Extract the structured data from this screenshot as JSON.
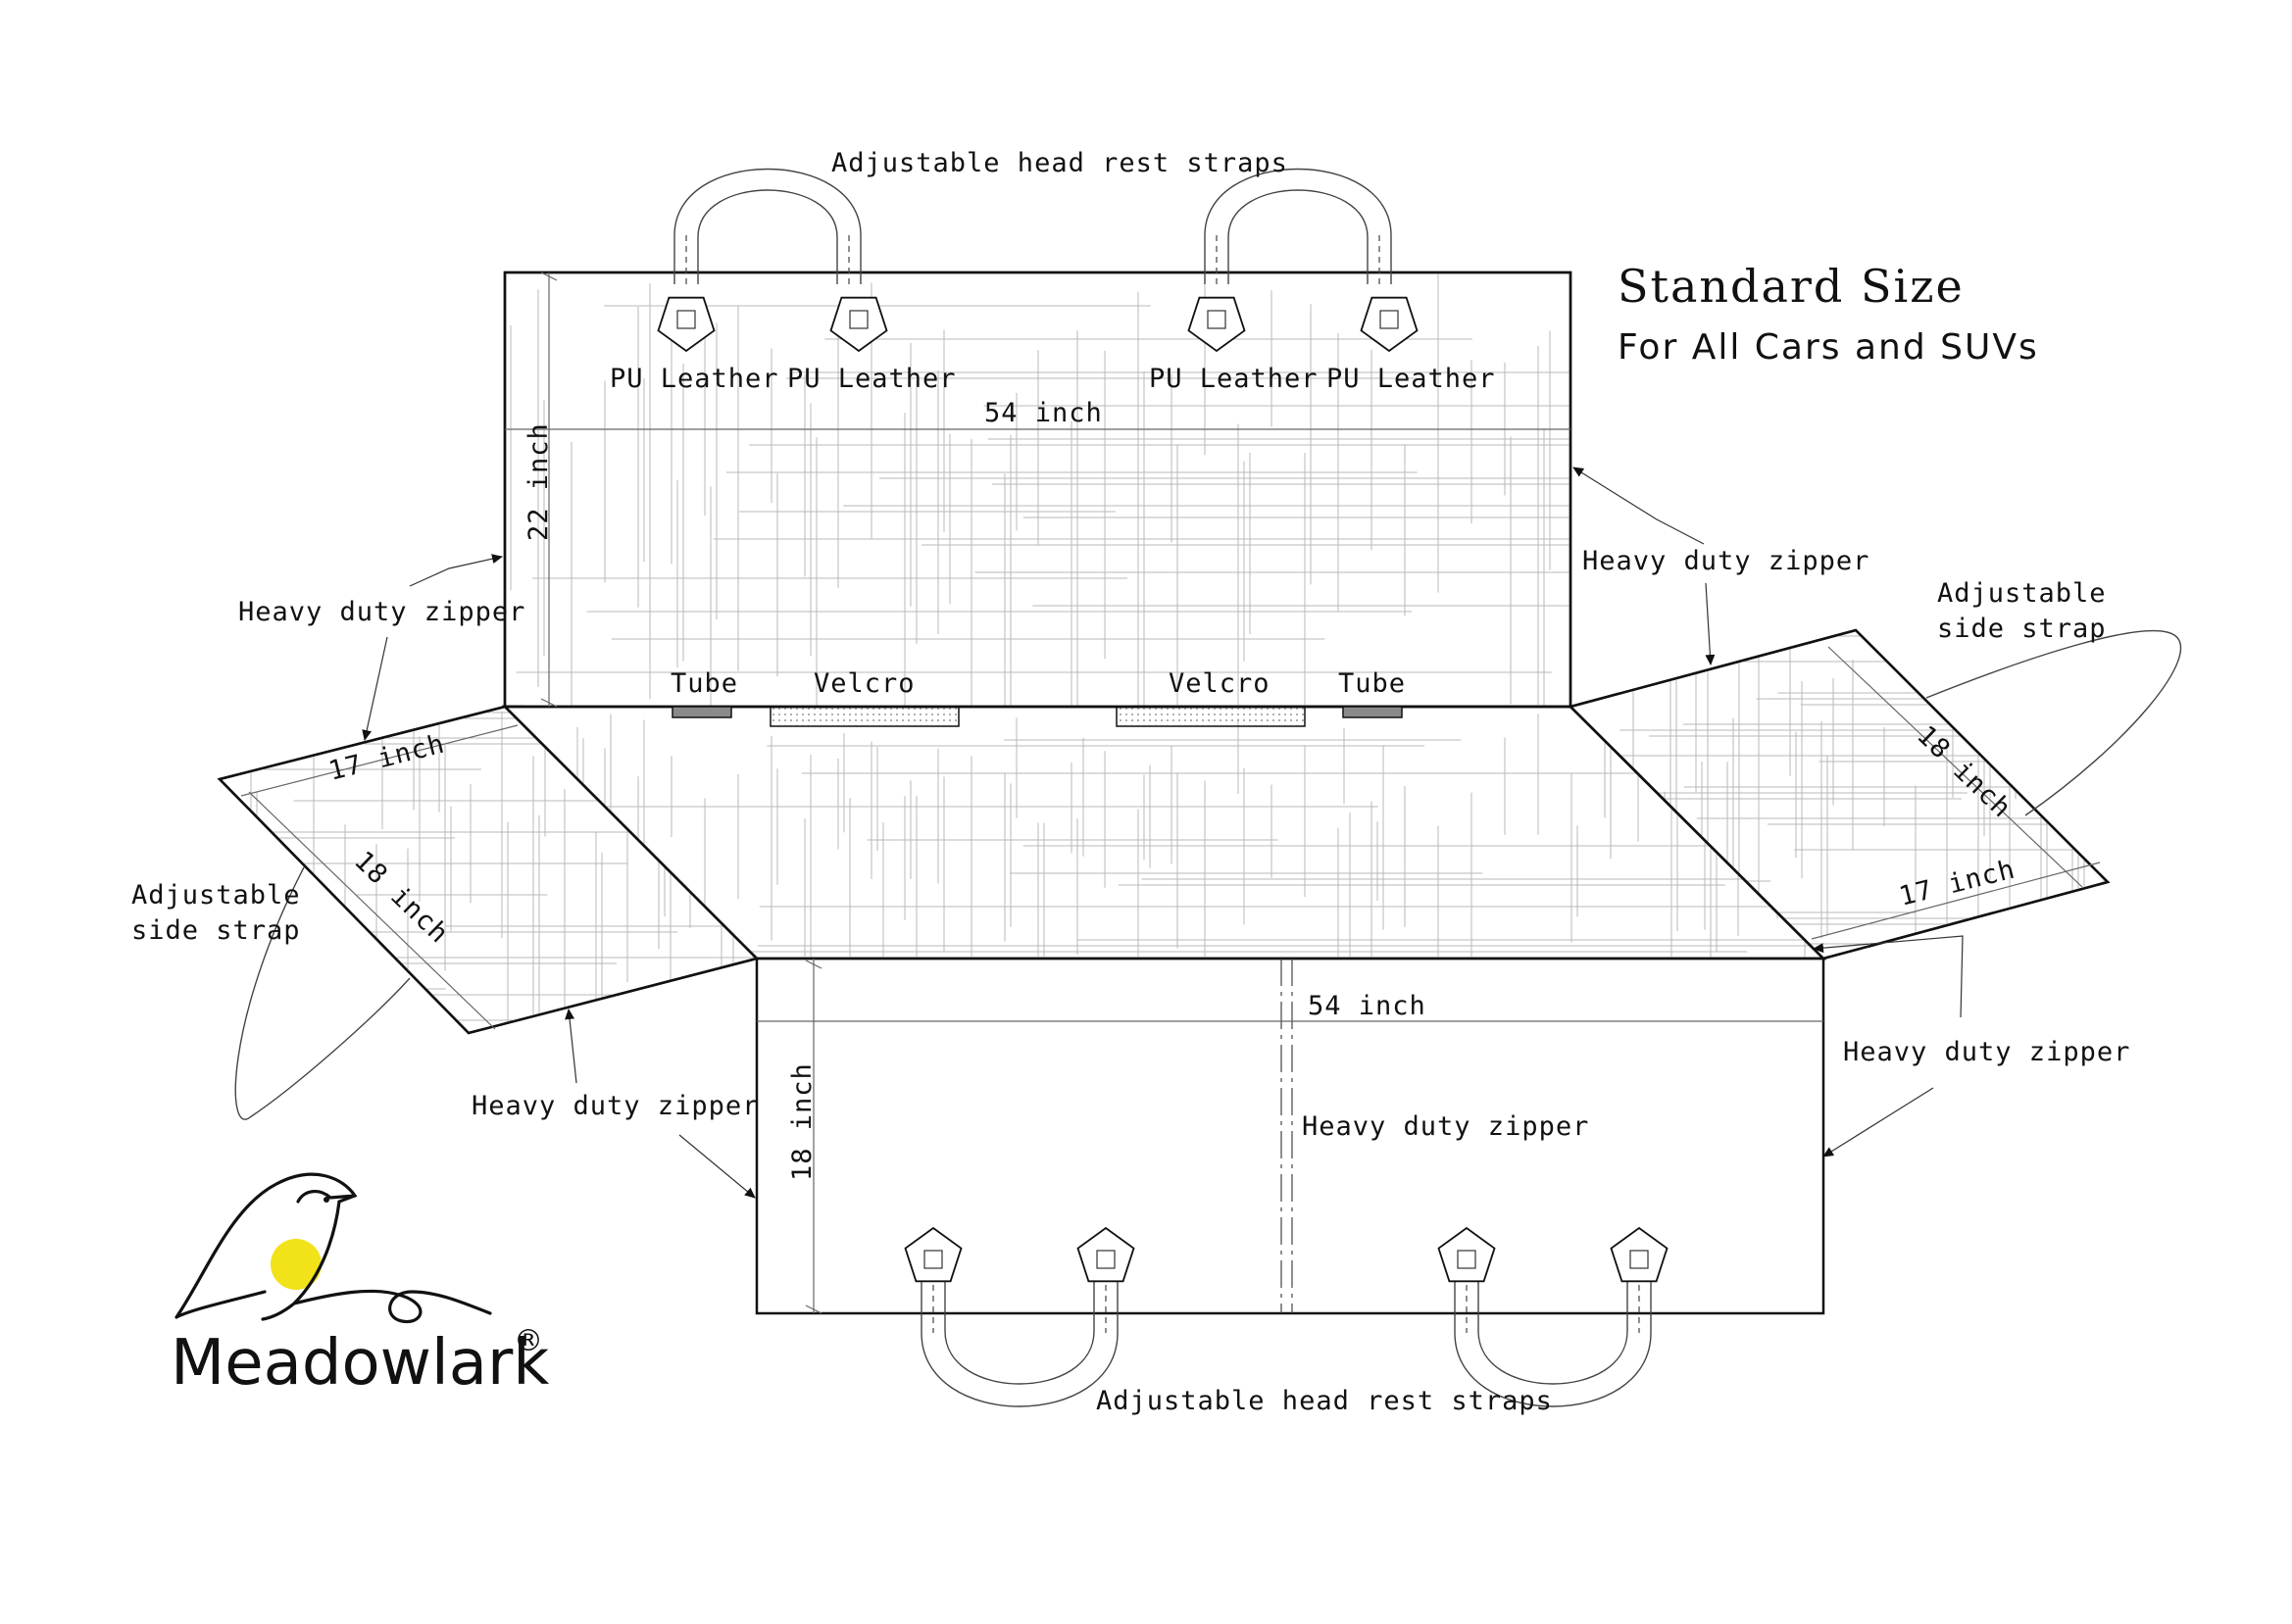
{
  "header": {
    "title": "Standard Size",
    "subtitle": "For All Cars and SUVs"
  },
  "labels": {
    "top_straps": "Adjustable head rest straps",
    "bottom_straps": "Adjustable head rest straps",
    "pu_leather_1": "PU Leather",
    "pu_leather_2": "PU Leather",
    "pu_leather_3": "PU Leather",
    "pu_leather_4": "PU Leather",
    "top_width": "54 inch",
    "top_height": "22 inch",
    "bottom_width": "54 inch",
    "bottom_height": "18 inch",
    "left_flap_w": "17 inch",
    "left_flap_h": "18 inch",
    "right_flap_w": "17 inch",
    "right_flap_h": "18 inch",
    "tube_left": "Tube",
    "tube_right": "Tube",
    "velcro_left": "Velcro",
    "velcro_right": "Velcro",
    "zipper_left_top": "Heavy duty zipper",
    "zipper_right_top": "Heavy duty zipper",
    "zipper_left_bottom": "Heavy duty zipper",
    "zipper_right_bottom": "Heavy duty zipper",
    "zipper_center": "Heavy duty zipper",
    "side_strap_left_1": "Adjustable",
    "side_strap_left_2": "side strap",
    "side_strap_right_1": "Adjustable",
    "side_strap_right_2": "side strap"
  },
  "brand": {
    "name": "Meadowlark",
    "mark": "®",
    "accent_color": "#f2e21a"
  },
  "colors": {
    "outline": "#111111",
    "grid": "#b9b9b9",
    "tube_fill": "#8a8a8a"
  }
}
